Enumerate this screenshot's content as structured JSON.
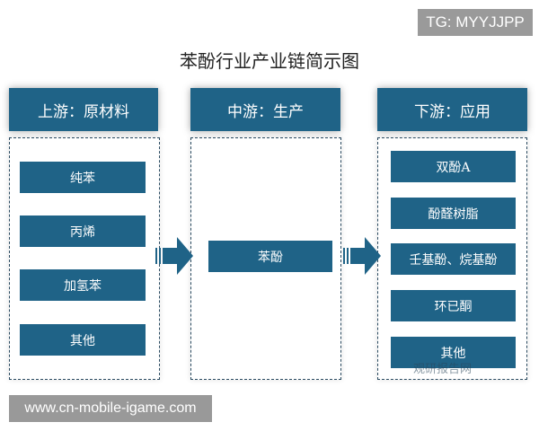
{
  "badge": "TG: MYYJJPP",
  "title": "苯酚行业产业链简示图",
  "columns": [
    {
      "header": "上游：原材料",
      "items": [
        "纯苯",
        "丙烯",
        "加氢苯",
        "其他"
      ]
    },
    {
      "header": "中游：生产",
      "items": [
        "苯酚"
      ]
    },
    {
      "header": "下游：应用",
      "items": [
        "双酚A",
        "酚醛树脂",
        "壬基酚、烷基酚",
        "环已酮",
        "其他"
      ]
    }
  ],
  "watermark": "观研报告网",
  "footer_site": "www.cn-mobile-igame.com",
  "colors": {
    "accent": "#1f6387"
  }
}
